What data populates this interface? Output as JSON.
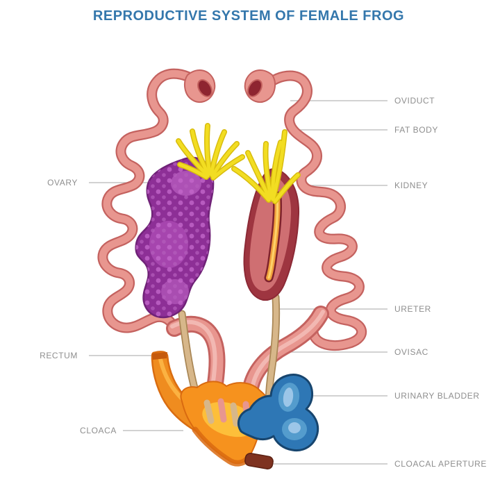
{
  "title": "REPRODUCTIVE SYSTEM OF FEMALE FROG",
  "labels": {
    "ovary": "OVARY",
    "rectum": "RECTUM",
    "cloaca": "CLOACA",
    "oviduct": "OVIDUCT",
    "fat_body": "FAT BODY",
    "kidney": "KIDNEY",
    "ureter": "URETER",
    "ovisac": "OVISAC",
    "urinary_bladder": "URINARY BLADDER",
    "cloacal_aperture": "CLOACAL APERTURE"
  },
  "colors": {
    "title": "#3477ac",
    "label_text": "#8e8e8e",
    "leader_line": "#b8b8b8",
    "oviduct": "#e8968f",
    "oviduct_outline": "#c4625f",
    "funnel_opening": "#8e2530",
    "ovary": "#8d2f96",
    "ovary_spots": "#c976cf",
    "fat_body": "#f2dd22",
    "fat_body_outline": "#d8bc0e",
    "kidney": "#9e3540",
    "kidney_inner": "#cf6f72",
    "kidney_streak": "#f0a03c",
    "ureter": "#d7b78a",
    "ureter_outline": "#a98756",
    "rectum": "#ef8c1f",
    "cloaca": "#f6921e",
    "cloaca_inner": "#fdbf3a",
    "cloacal_aperture": "#7e3220",
    "bladder": "#2e77b5",
    "bladder_outline": "#17456e",
    "bladder_highlight": "#9cc6e8"
  }
}
